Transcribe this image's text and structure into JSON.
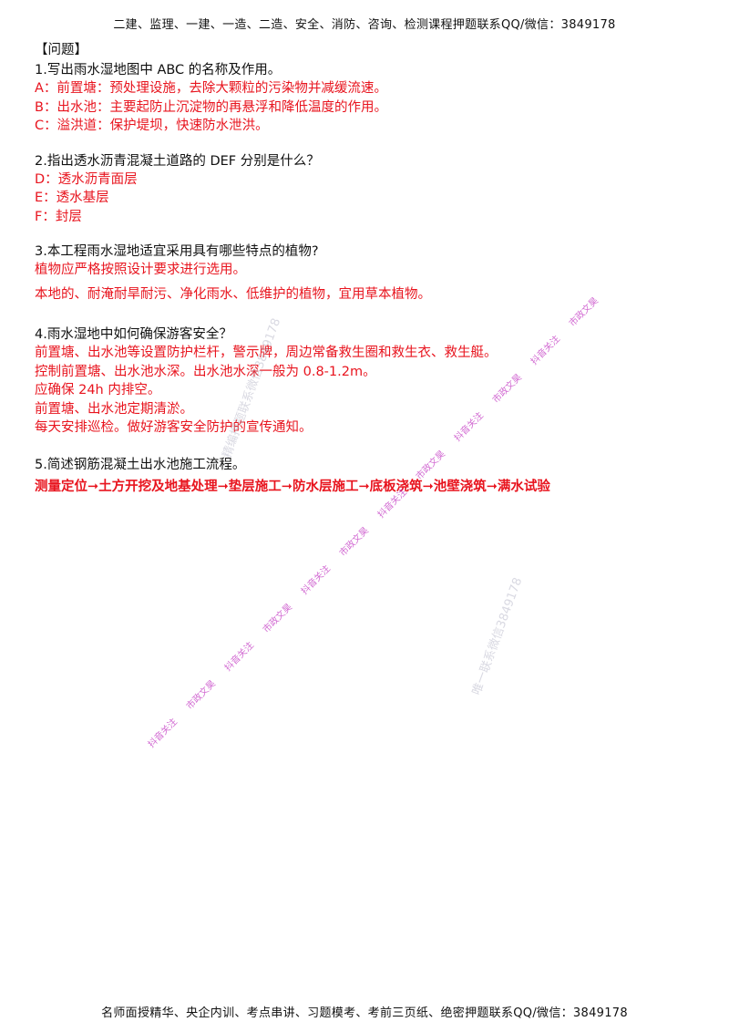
{
  "header": {
    "text": "二建、监理、一建、一造、二造、安全、消防、咨询、检测课程押题联系QQ/微信：3849178"
  },
  "section_title": "【问题】",
  "questions": [
    {
      "question": "1.写出雨水湿地图中 ABC 的名称及作用。",
      "answers": [
        "A：前置塘：预处理设施，去除大颗粒的污染物并减缓流速。",
        "B：出水池：主要起防止沉淀物的再悬浮和降低温度的作用。",
        "C：溢洪道：保护堤坝，快速防水泄洪。"
      ]
    },
    {
      "question": "2.指出透水沥青混凝土道路的 DEF 分别是什么？",
      "answers": [
        "D：透水沥青面层",
        "E：透水基层",
        "F：封层"
      ]
    },
    {
      "question": "3.本工程雨水湿地适宜采用具有哪些特点的植物?",
      "answers": [
        "植物应严格按照设计要求进行选用。",
        "本地的、耐淹耐旱耐污、净化雨水、低维护的植物，宜用草本植物。"
      ]
    },
    {
      "question": "4.雨水湿地中如何确保游客安全？",
      "answers": [
        "前置塘、出水池等设置防护栏杆，警示牌，周边常备救生圈和救生衣、救生艇。",
        "控制前置塘、出水池水深。出水池水深一般为 0.8-1.2m。",
        "应确保 24h 内排空。",
        "前置塘、出水池定期清淤。",
        "每天安排巡检。做好游客安全防护的宣传通知。"
      ]
    },
    {
      "question": "5.简述钢筋混凝土出水池施工流程。",
      "answers": [
        "测量定位➞土方开挖及地基处理➞垫层施工➞防水层施工➞底板浇筑➞池壁浇筑➞满水试验"
      ]
    }
  ],
  "watermark": {
    "tag_a": "抖音关注",
    "tag_b": "市政文昊",
    "light_a": "精编押题联系微信3849178",
    "light_b": "唯一联系微信3849178"
  },
  "footer": {
    "text": "名师面授精华、央企内训、考点串讲、习题模考、考前三页纸、绝密押题联系QQ/微信：3849178"
  },
  "colors": {
    "answer_red": "#e8141e",
    "question_black": "#111111",
    "watermark_magenta": "#be28be"
  }
}
